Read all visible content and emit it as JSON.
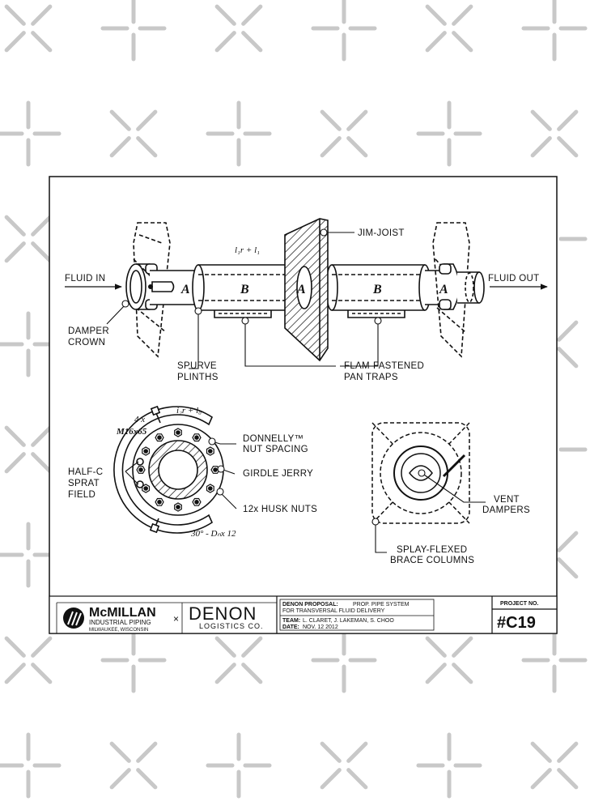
{
  "labels": {
    "fluid_in": "FLUID IN",
    "fluid_out": "FLUID OUT",
    "jim_joist": "JIM-JOIST",
    "damper_crown_1": "DAMPER",
    "damper_crown_2": "CROWN",
    "spurve_1": "SPURVE",
    "spurve_2": "PLINTHS",
    "flam_1": "FLAM-FASTENED",
    "flam_2": "PAN TRAPS",
    "seg_a": "A",
    "seg_b": "B",
    "formula_top": "l₁r + l₁",
    "donnelly_1": "DONNELLY™",
    "donnelly_2": "NUT SPACING",
    "girdle": "GIRDLE JERRY",
    "husk": "12x HUSK NUTS",
    "halfc_1": "HALF-C",
    "halfc_2": "SPRAT",
    "halfc_3": "FIELD",
    "bolt_count": "4 x",
    "bolt_size": "M16x65",
    "formula_ring": "i₂r + l₀",
    "formula_angle": "30° - Dₙx 12",
    "vent_1": "VENT",
    "vent_2": "DAMPERS",
    "splay_1": "SPLAY-FLEXED",
    "splay_2": "BRACE COLUMNS"
  },
  "title_block": {
    "brand": "McMILLAN",
    "brand_sub": "INDUSTRIAL PIPING",
    "brand_loc": "MILWAUKEE, WISCONSIN",
    "cross": "×",
    "denon": "DENON",
    "denon_sub": "LOGISTICS CO.",
    "proposal_label": "DENON PROPOSAL:",
    "proposal_line1": "PROP. PIPE SYSTEM",
    "proposal_line2": "FOR TRANSVERSAL FLUID DELIVERY",
    "team_label": "TEAM:",
    "team": "L. CLARET, J. LAKEMAN, S. CHOO",
    "date_label": "DATE:",
    "date": "NOV. 12 2012",
    "project_label": "PROJECT NO.",
    "project_no": "#C19"
  }
}
